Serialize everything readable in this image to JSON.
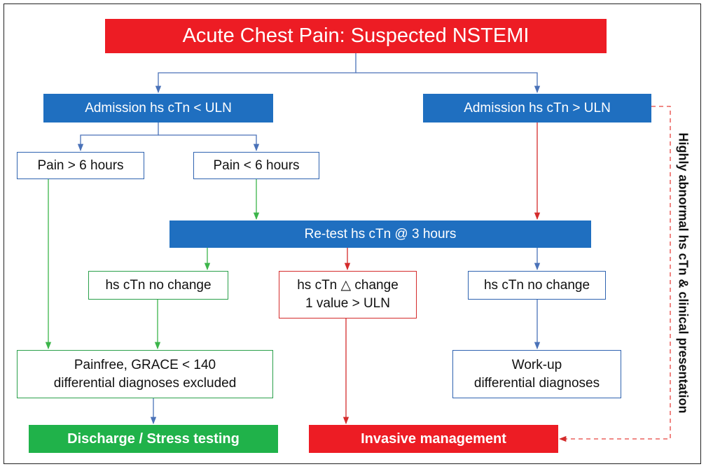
{
  "title": "Acute Chest Pain: Suspected NSTEMI",
  "nodes": {
    "adm_low": "Admission hs cTn < ULN",
    "adm_high": "Admission hs cTn >  ULN",
    "pain_gt6": "Pain > 6 hours",
    "pain_lt6": "Pain < 6 hours",
    "retest": "Re-test hs cTn @ 3 hours",
    "no_change_left": "hs cTn no change",
    "delta_change": "hs cTn △ change\n1 value > ULN",
    "no_change_right": "hs cTn no change",
    "painfree": "Painfree, GRACE < 140\ndifferential diagnoses excluded",
    "workup": "Work-up\ndifferential diagnoses",
    "discharge": "Discharge / Stress testing",
    "invasive": "Invasive management"
  },
  "side_label": "Highly abnormal hs cTn & clinical presentation",
  "colors": {
    "red": "#ed1c24",
    "blue": "#1f6fc0",
    "green": "#20b24a",
    "arrow_blue": "#4a72b8",
    "arrow_green": "#3cb54a",
    "arrow_red": "#d42b2b"
  }
}
